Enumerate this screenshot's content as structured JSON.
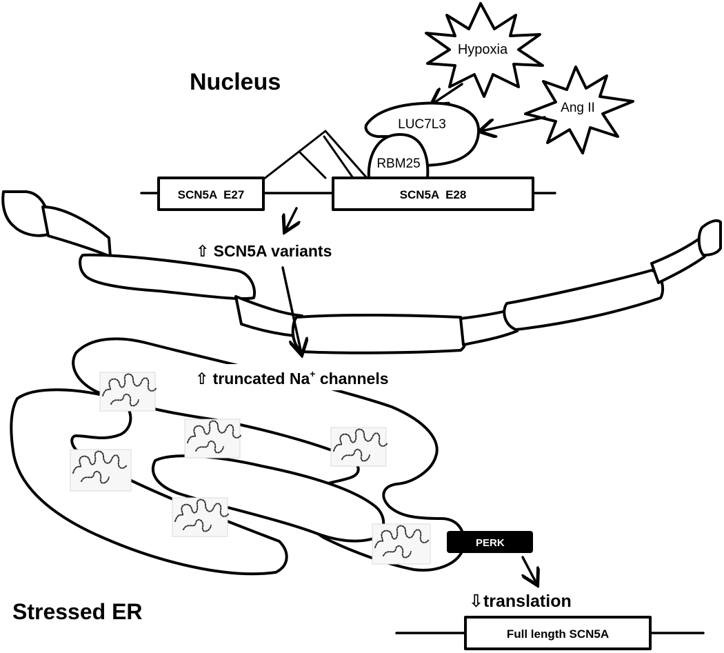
{
  "labels": {
    "nucleus": "Nucleus",
    "stressed_er": "Stressed ER",
    "hypoxia": "Hypoxia",
    "ang_ii": "Ang II",
    "luc7l3": "LUC7L3",
    "rbm25": "RBM25",
    "exon27": "SCN5A  E27",
    "exon28": "SCN5A  E28",
    "variants": "⇧ SCN5A variants",
    "truncated_prefix": "⇧ truncated Na",
    "truncated_sup": "+",
    "truncated_suffix": " channels",
    "perk": "PERK",
    "translation": "⇩translation",
    "full_length": "Full length SCN5A"
  },
  "colors": {
    "ink": "#000000",
    "background": "#ffffff",
    "perk_fill": "#000000",
    "perk_text": "#ffffff"
  }
}
